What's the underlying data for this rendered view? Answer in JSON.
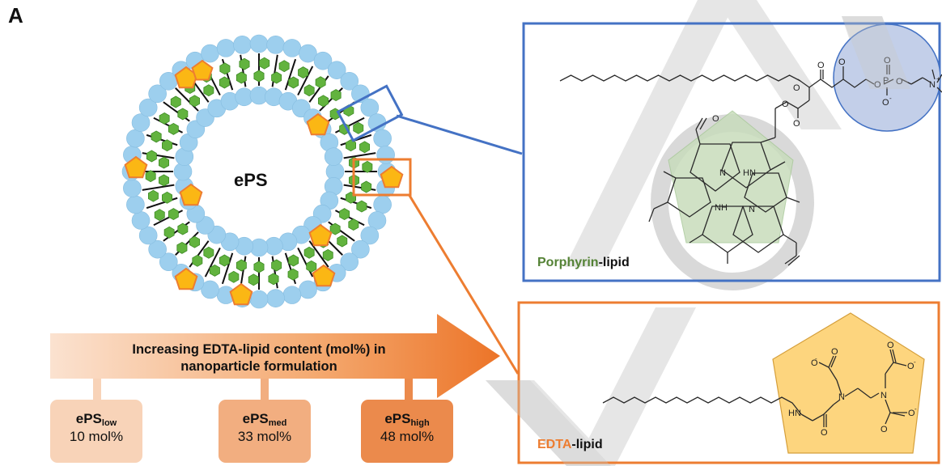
{
  "panel_letter": "A",
  "vesicle": {
    "label": "ePS"
  },
  "arrow": {
    "line1": "Increasing EDTA-lipid content (mol%) in",
    "line2": "nanoparticle formulation"
  },
  "formulations": [
    {
      "base": "ePS",
      "sub": "low",
      "value": "10 mol%"
    },
    {
      "base": "ePS",
      "sub": "med",
      "value": "33 mol%"
    },
    {
      "base": "ePS",
      "sub": "high",
      "value": "48 mol%"
    }
  ],
  "porphyrin_panel": {
    "label_colored": "Porphyrin",
    "label_rest": "-lipid",
    "atoms": {
      "o": "O",
      "n": "N",
      "hn": "HN",
      "nh": "NH",
      "p": "P",
      "nplus": "N",
      "plus": "+",
      "ominus": "O",
      "minus": "-"
    }
  },
  "edta_panel": {
    "label_colored": "EDTA",
    "label_rest": "-lipid",
    "atoms": {
      "o": "O",
      "n": "N",
      "hn": "HN",
      "minus": "-"
    }
  },
  "colors": {
    "blue_frame": "#4472c4",
    "orange_frame": "#ed7d31",
    "porphyrin_green": "#548235",
    "head_blue": "#9dcfee",
    "pentagon_fill": "#fbb714",
    "pentagon_edge": "#ed7d31",
    "porphyrin_hex": "#62b33e",
    "edta_bg": "#fdd57e",
    "watermark": "#bfbfbf"
  }
}
